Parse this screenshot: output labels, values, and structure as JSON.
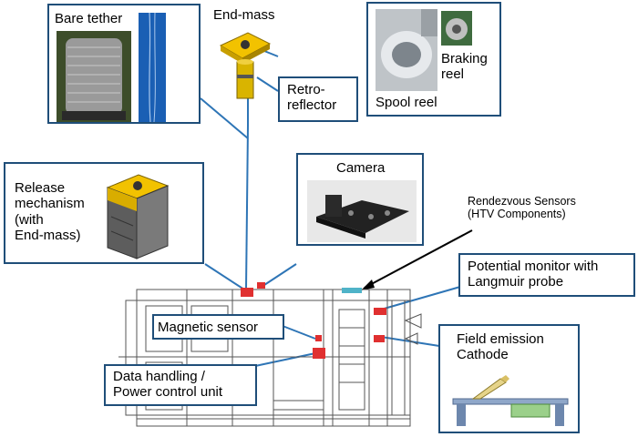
{
  "labels": {
    "bare_tether": "Bare tether",
    "end_mass": "End-mass",
    "retro_reflector": "Retro-\nreflector",
    "braking_reel": "Braking\nreel",
    "spool_reel": "Spool reel",
    "release_mechanism": "Release\nmechanism\n(with\nEnd-mass)",
    "camera": "Camera",
    "rendezvous_sensors": "Rendezvous Sensors\n(HTV Components)",
    "potential_monitor": "Potential monitor with\nLangmuir probe",
    "magnetic_sensor": "Magnetic sensor",
    "field_emission_cathode": "Field emission\nCathode",
    "data_handling": "Data handling /\nPower control unit"
  },
  "colors": {
    "box_border": "#1f4e79",
    "leader_line": "#2e75b6",
    "component_red": "#e03030",
    "component_cyan": "#4fb3c8",
    "end_mass_yellow": "#f2c200"
  }
}
